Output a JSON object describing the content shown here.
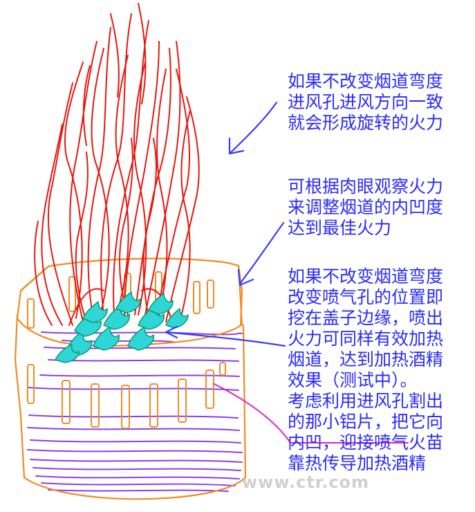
{
  "annotations": {
    "note1": "如果不改变烟道弯度\n进风孔进风方向一致\n就会形成旋转的火力",
    "note2": "可根据肉眼观察火力\n来调整烟道的内凹度\n达到最佳火力",
    "note3": "如果不改变烟道弯度\n改变喷气孔的位置即\n挖在盖子边缘，喷出\n火力可同样有效加热\n烟道，达到加热酒精\n效果（测试中）。\n考虑利用进风孔割出\n的那小铝片，把它向\n内凹，迎接喷气火苗\n靠热传导加热酒精"
  },
  "watermark": "www.ctr.com",
  "colors": {
    "text": "#2a2aff",
    "flame": "#e8160f",
    "jet": "#2fd6d6",
    "jet_outline": "#0a9a70",
    "stove": "#f28a20",
    "liquid": "#8a40e6",
    "arrow": "#3a3aff",
    "pointer": "#e020d0"
  }
}
